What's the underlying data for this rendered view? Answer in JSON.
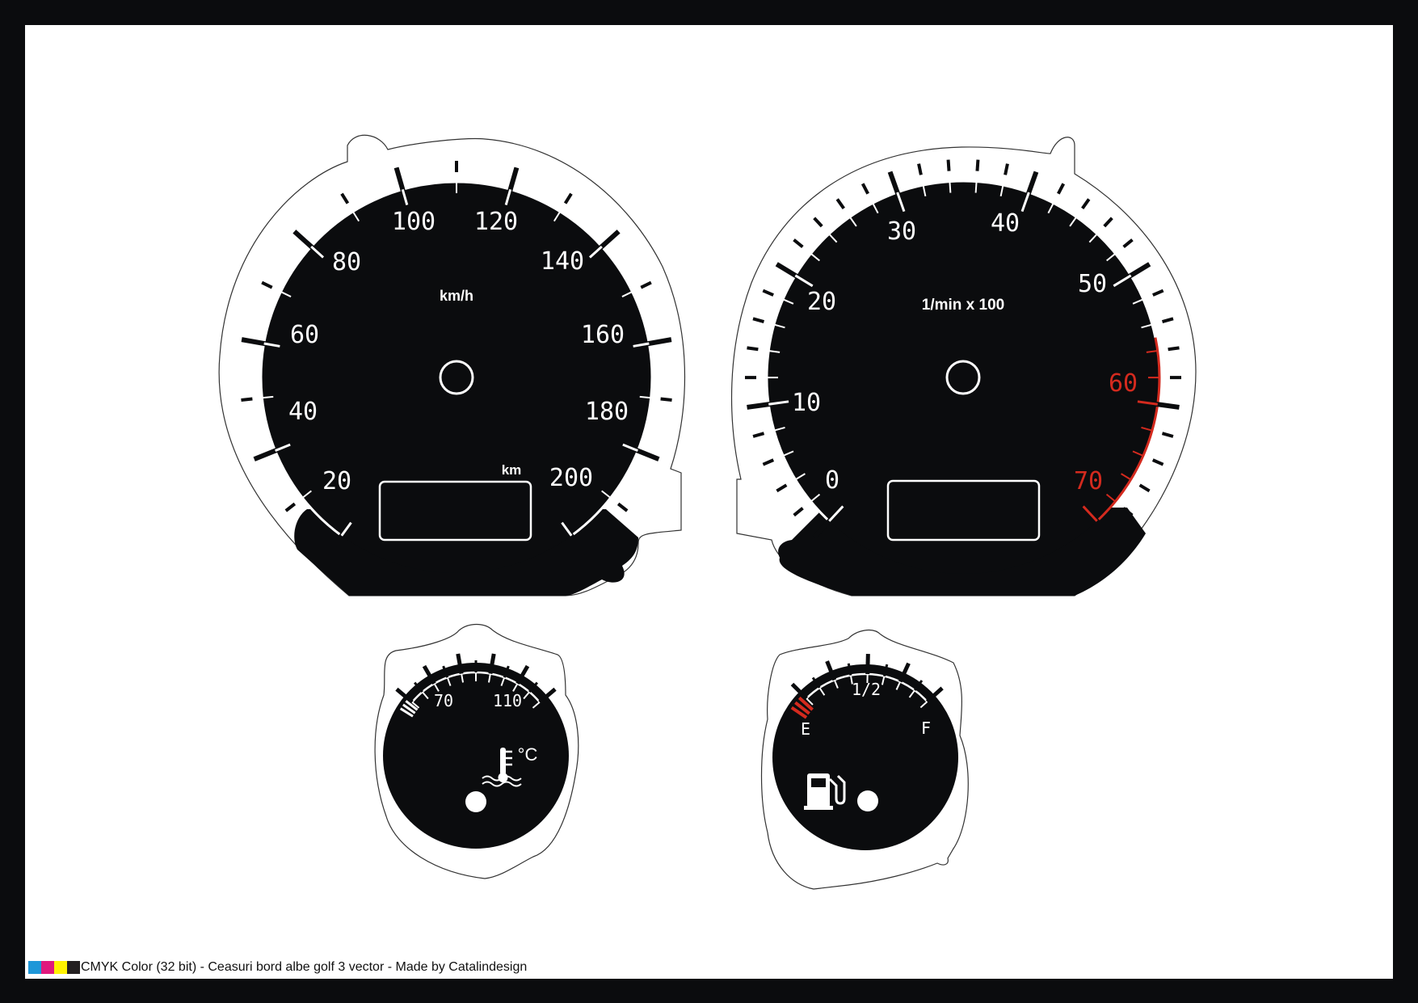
{
  "speedometer": {
    "unit_label": "km/h",
    "odometer_label": "km",
    "scale_labels": [
      "20",
      "40",
      "60",
      "80",
      "100",
      "120",
      "140",
      "160",
      "180",
      "200"
    ]
  },
  "tachometer": {
    "unit_label": "1/min x 100",
    "scale_labels": [
      "0",
      "10",
      "20",
      "30",
      "40",
      "50",
      "60",
      "70"
    ],
    "redline_labels": [
      "60",
      "70"
    ],
    "redline_color": "#d42a1e"
  },
  "temperature_gauge": {
    "scale_labels": [
      "70",
      "110"
    ],
    "unit_symbol": "°C",
    "icon": "coolant-temperature-icon"
  },
  "fuel_gauge": {
    "scale_labels": [
      "E",
      "1/2",
      "F"
    ],
    "icon": "fuel-pump-icon",
    "reserve_color": "#d42a1e"
  },
  "colors": {
    "frame": "#0b0c0e",
    "dial_face": "#0b0c0e",
    "markings": "#ffffff",
    "accent_red": "#d42a1e"
  },
  "footer": {
    "swatches": [
      "#1e97d8",
      "#e0197d",
      "#fff200",
      "#231f20"
    ],
    "text": "CMYK Color (32 bit) - Ceasuri bord albe golf 3 vector - Made by Catalindesign"
  }
}
